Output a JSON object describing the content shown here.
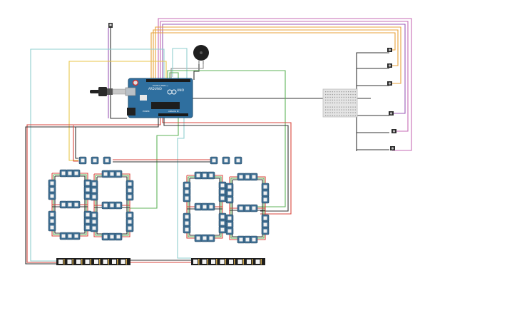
{
  "arduino": {
    "brand": "ARDUINO",
    "model": "UNO",
    "board_color": "#2f6f9f",
    "digital_label": "DIGITAL (PWM~)",
    "power_label": "POWER",
    "analog_label": "ANALOG IN"
  },
  "wire_colors": {
    "red": "#d9463e",
    "green": "#5fb35a",
    "black": "#333333",
    "yellow": "#e8c64a",
    "teal": "#8fcfcf",
    "orange": "#e8a13a",
    "pink": "#c56bb5",
    "purple": "#9b59b6",
    "gray": "#8a8a8a"
  },
  "components": {
    "breadboard": "mini-breadboard",
    "buzzer": "piezo-buzzer",
    "buttons": "pushbuttons",
    "pixel_digits": "neopixel-seven-segment-digits",
    "pixel_strips": "neopixel-strips"
  }
}
